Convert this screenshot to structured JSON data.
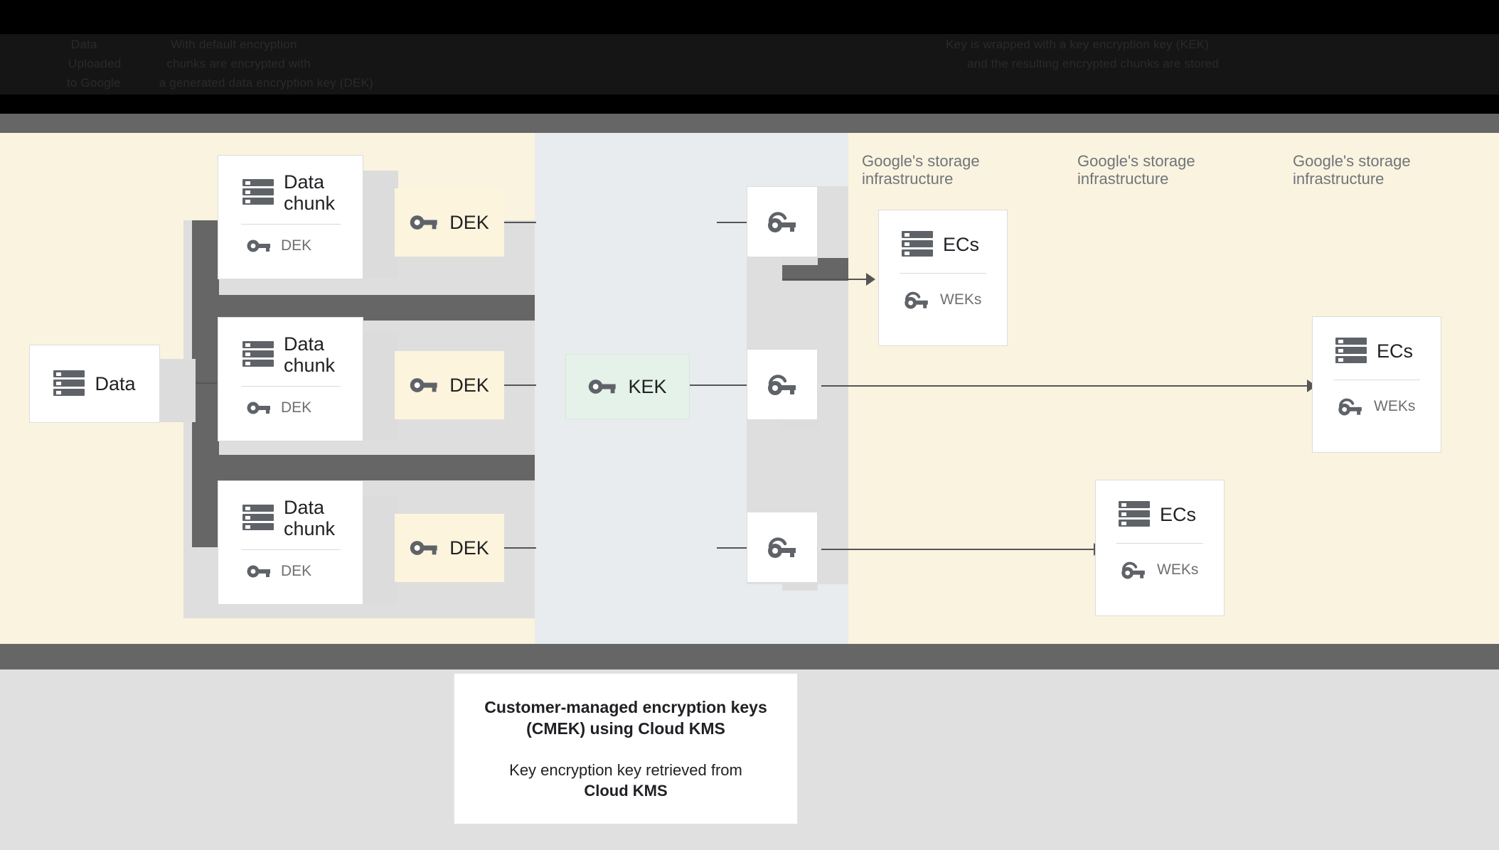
{
  "header": {
    "background_color": "#000000",
    "obscured_lines": [
      "Data                     With default encryption",
      "Uploaded             chunks are encrypted with",
      "to Google           a generated data encryption key (DEK)",
      "Key is wrapped with a key encryption key (KEK)",
      "and the resulting encrypted chunks are stored"
    ]
  },
  "diagram": {
    "source": {
      "title": "Data",
      "icon": "server-icon"
    },
    "chunks": [
      {
        "title": "Data\nchunk",
        "icon": "server-icon",
        "key_label": "DEK",
        "key_icon": "key-icon"
      },
      {
        "title": "Data\nchunk",
        "icon": "server-icon",
        "key_label": "DEK",
        "key_icon": "key-icon"
      },
      {
        "title": "Data\nchunk",
        "icon": "server-icon",
        "key_label": "DEK",
        "key_icon": "key-icon"
      }
    ],
    "deks": [
      {
        "label": "DEK",
        "icon": "key-icon"
      },
      {
        "label": "DEK",
        "icon": "key-icon"
      },
      {
        "label": "DEK",
        "icon": "key-icon"
      }
    ],
    "kek": {
      "label": "KEK",
      "icon": "key-icon"
    },
    "weks": [
      {
        "icon": "wrapped-key-icon"
      },
      {
        "icon": "wrapped-key-icon"
      },
      {
        "icon": "wrapped-key-icon"
      }
    ],
    "storage_headings": [
      "Google's storage\ninfrastructure",
      "Google's storage\ninfrastructure",
      "Google's storage\ninfrastructure"
    ],
    "ec_boxes": [
      {
        "title": "ECs",
        "icon": "server-icon",
        "key_label": "WEKs",
        "key_icon": "wrapped-key-icon"
      },
      {
        "title": "ECs",
        "icon": "server-icon",
        "key_label": "WEKs",
        "key_icon": "wrapped-key-icon"
      },
      {
        "title": "ECs",
        "icon": "server-icon",
        "key_label": "WEKs",
        "key_icon": "wrapped-key-icon"
      }
    ]
  },
  "caption": {
    "line1": "Customer-managed encryption keys",
    "line2": "(CMEK) using Cloud KMS",
    "line3": "Key encryption key retrieved from",
    "line4": "Cloud KMS"
  },
  "colors": {
    "cream": "#faf3df",
    "blue_gray": "#e8ecee",
    "panel_gray": "#dedede",
    "mask_gray": "#666666",
    "dek_fill": "#fdf4dd",
    "kek_fill": "#e4f2ea",
    "bottom_gray": "#e0e0e0",
    "muted_text": "#70757a"
  }
}
